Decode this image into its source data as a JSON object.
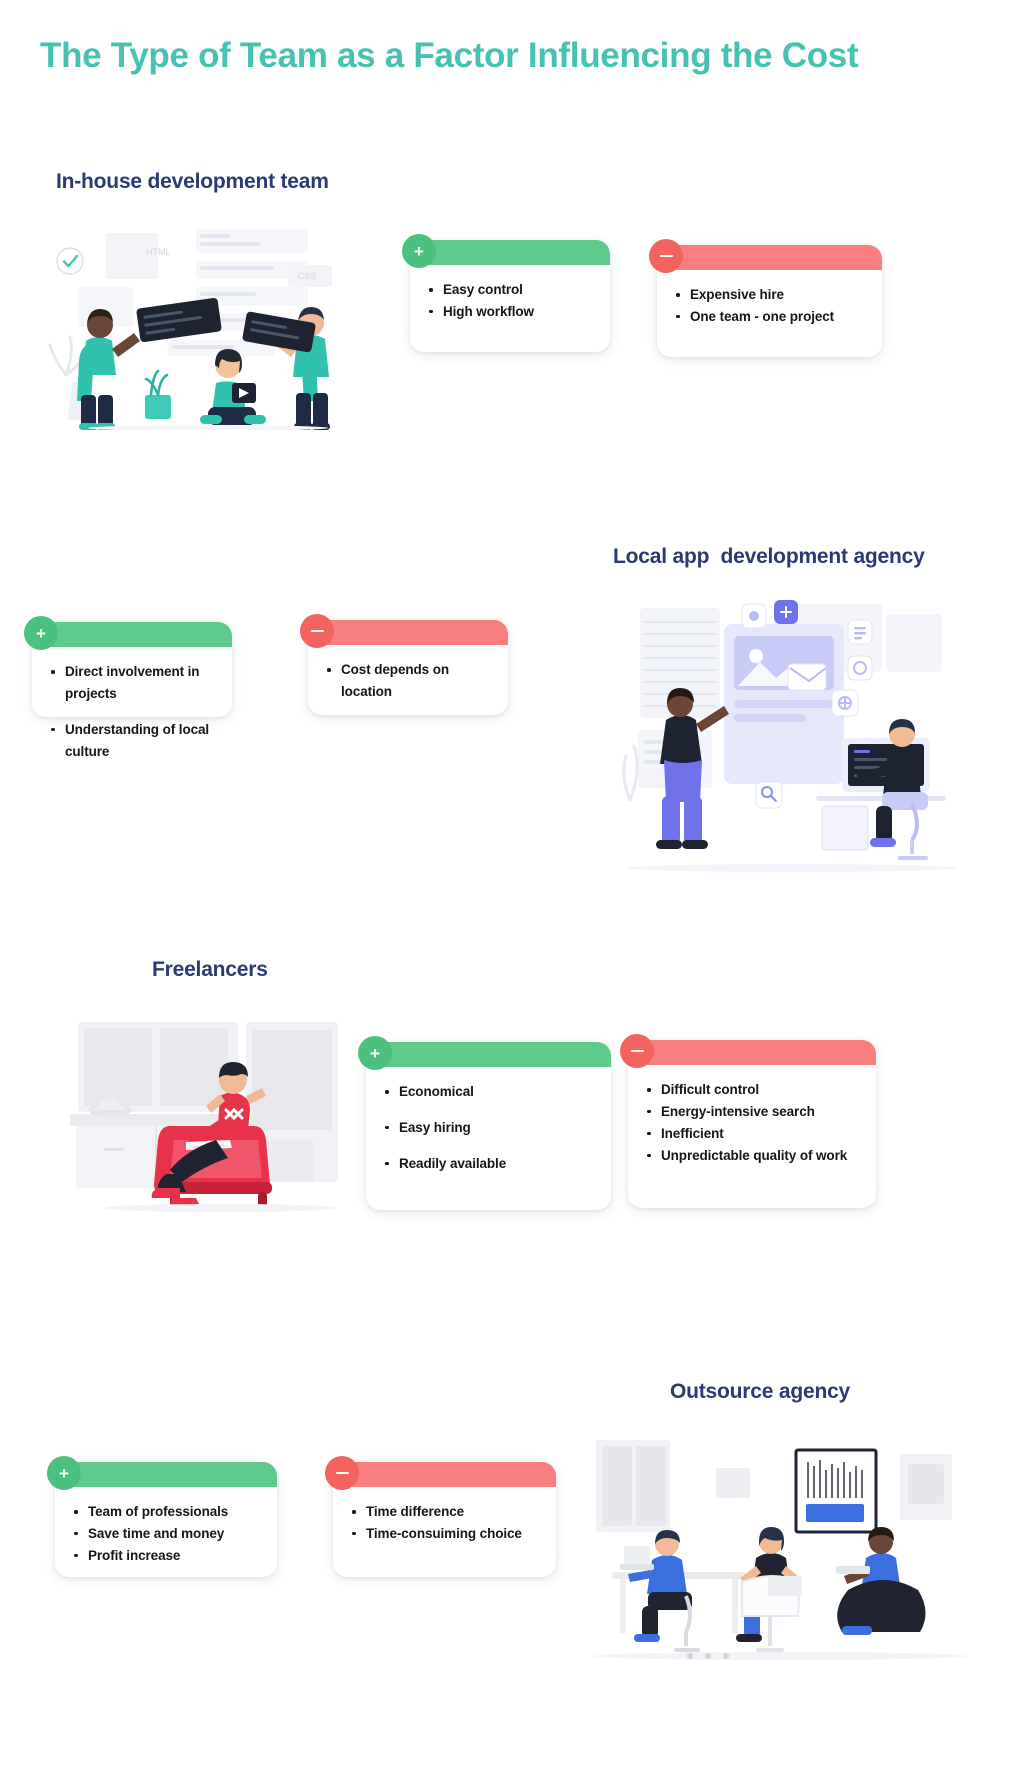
{
  "title": "The Type of Team as a Factor Influencing the Cost",
  "theme": {
    "title_color": "#45c2b1",
    "heading_color": "#2b3a74",
    "positive_color": "#5ecb8c",
    "positive_badge_color": "#4cc07e",
    "negative_color": "#f97f7f",
    "negative_badge_color": "#f4645f",
    "body_text_color": "#14171c",
    "background": "#ffffff"
  },
  "sections": [
    {
      "heading": "In-house development team",
      "pros": {
        "badge": "+",
        "items": [
          "Easy control",
          "High workflow"
        ]
      },
      "cons": {
        "badge": "−",
        "items": [
          "Expensive hire",
          "One team - one project"
        ]
      },
      "illustration": "team-at-whiteboard-illustration"
    },
    {
      "heading": "Local app  development agency",
      "pros": {
        "badge": "+",
        "items": [
          "Direct involvement in projects",
          "Understanding of local culture"
        ]
      },
      "cons": {
        "badge": "−",
        "items": [
          "Cost depends on location"
        ]
      },
      "illustration": "designer-and-developer-illustration"
    },
    {
      "heading": "Freelancers",
      "pros": {
        "badge": "+",
        "items": [
          "Economical",
          "Easy hiring",
          "Readily available"
        ]
      },
      "cons": {
        "badge": "−",
        "items": [
          "Difficult control",
          "Energy-intensive search",
          "Inefficient",
          "Unpredictable quality of work"
        ]
      },
      "illustration": "freelancer-on-armchair-illustration"
    },
    {
      "heading": "Outsource agency",
      "pros": {
        "badge": "+",
        "items": [
          "Team of professionals",
          "Save time and money",
          "Profit increase"
        ]
      },
      "cons": {
        "badge": "−",
        "items": [
          "Time difference",
          "Time-consuiming choice"
        ]
      },
      "illustration": "office-meeting-illustration"
    }
  ]
}
